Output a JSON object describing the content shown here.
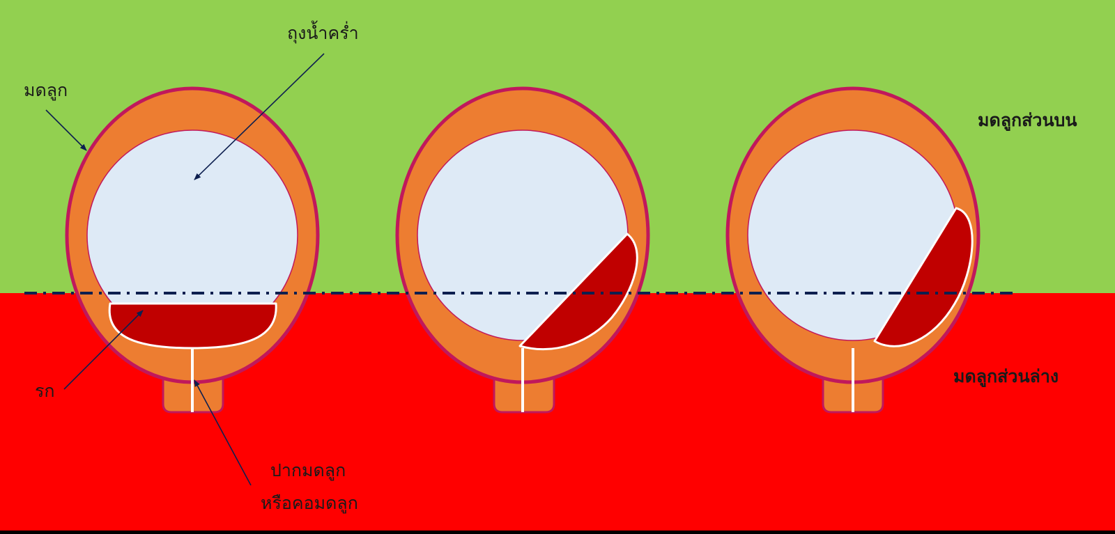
{
  "colors": {
    "upper_zone": "#92D050",
    "lower_zone": "#FF0000",
    "uterus_wall": "#ED7D31",
    "uterus_outline": "#C0185C",
    "amniotic_sac": "#DEEAF6",
    "placenta": "#C00000",
    "boundary_line": "#0D1F4F",
    "arrow": "#0D1F4F"
  },
  "labels": {
    "amniotic_sac": "ถุงน้ำคร่ำ",
    "uterus": "มดลูก",
    "placenta": "รก",
    "cervix_line1": "ปากมดลูก",
    "cervix_line2": "หรือคอมดลูก",
    "upper_segment": "มดลูกส่วนบน",
    "lower_segment": "มดลูกส่วนล่าง"
  }
}
